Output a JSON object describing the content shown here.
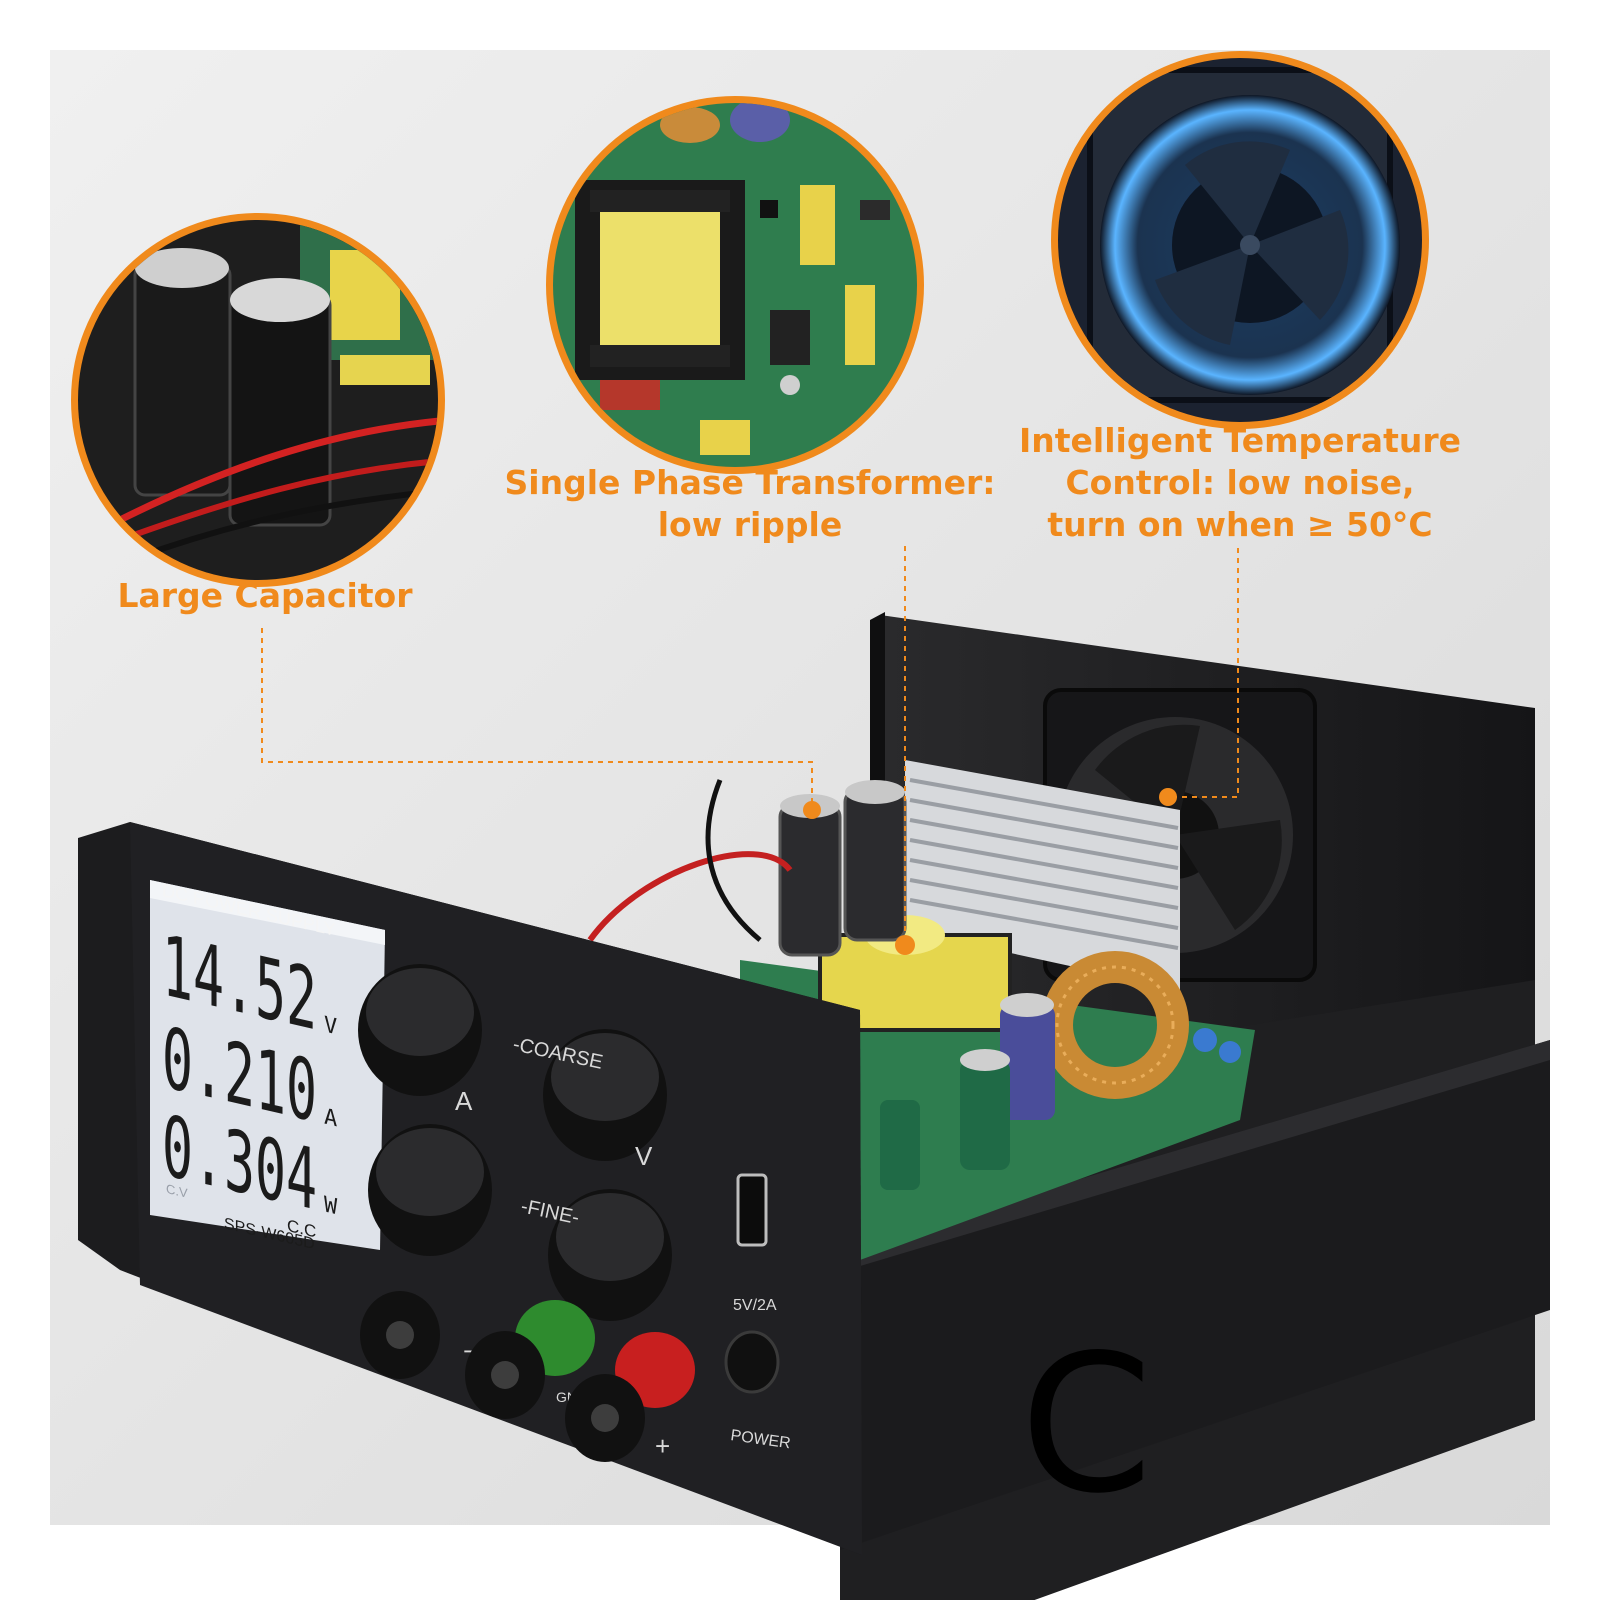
{
  "callouts": {
    "capacitor": "Large Capacitor",
    "transformer_line1": "Single Phase Transformer:",
    "transformer_line2": "low ripple",
    "fan_line1": "Intelligent Temperature",
    "fan_line2": "Control: low noise,",
    "fan_line3": "turn on when ≥ 50°C"
  },
  "device": {
    "panel_title": "DC POWER SUPPLY",
    "voltage_reading": "14.52",
    "voltage_unit": "V",
    "current_reading": "0.210",
    "current_unit": "A",
    "power_reading": "0.304",
    "power_unit": "W",
    "cv_indicator": "C.V",
    "cc_indicator": "C.C",
    "model": "SPS-W605D",
    "coarse_label": "-COARSE",
    "fine_label": "-FINE-",
    "current_knob_label": "A",
    "voltage_knob_label": "V",
    "usb_label": "5V/2A",
    "power_label": "POWER",
    "gnd_label": "GND",
    "plus_label": "+",
    "minus_label": "−"
  },
  "corner_glyph": "C",
  "colors": {
    "accent_orange": "#f08a1c",
    "panel_black": "#1c1c1e",
    "lcd_background": "#dfe3ea",
    "pcb_green": "#2e7d4f"
  }
}
